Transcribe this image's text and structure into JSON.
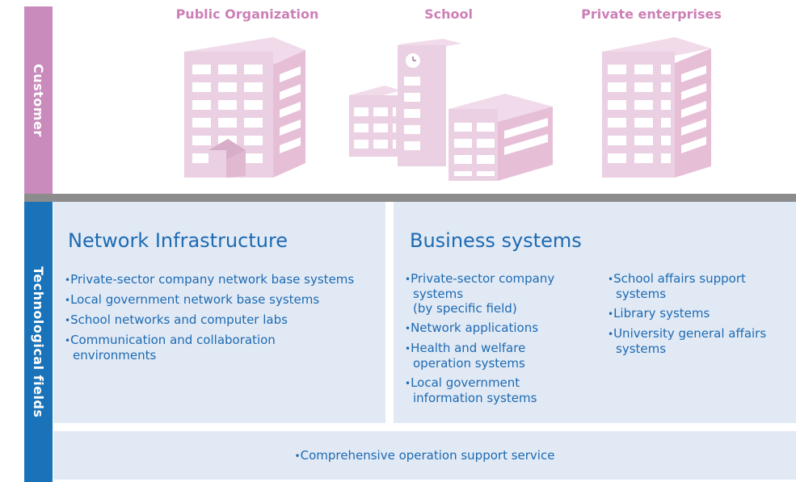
{
  "customer": {
    "side_label": "Customer",
    "organizations": [
      "Public Organization",
      "School",
      "Private enterprises"
    ]
  },
  "technological": {
    "side_label": "Technological fields",
    "network": {
      "title": "Network Infrastructure",
      "items": [
        "Private-sector company network base systems",
        "Local government network base systems",
        "School networks and computer labs",
        "Communication and collaboration environments"
      ]
    },
    "business": {
      "title": "Business systems",
      "items_left": [
        "Private-sector company systems\n(by specific field)",
        "Network applications",
        "Health and welfare operation systems",
        "Local government information systems"
      ],
      "items_right": [
        "School affairs support systems",
        "Library systems",
        "University general affairs systems"
      ]
    },
    "comprehensive": "Comprehensive operation support service"
  },
  "colors": {
    "customer_band": "#c98bbb",
    "tech_band": "#1a73b8",
    "panel": "#e1e9f5",
    "text_blue": "#1d6ab1",
    "label_pink": "#cc7fb6",
    "divider": "#8c8c8c"
  },
  "icons": [
    "office-building-icon",
    "school-building-icon",
    "clock-icon",
    "office-tower-icon"
  ]
}
